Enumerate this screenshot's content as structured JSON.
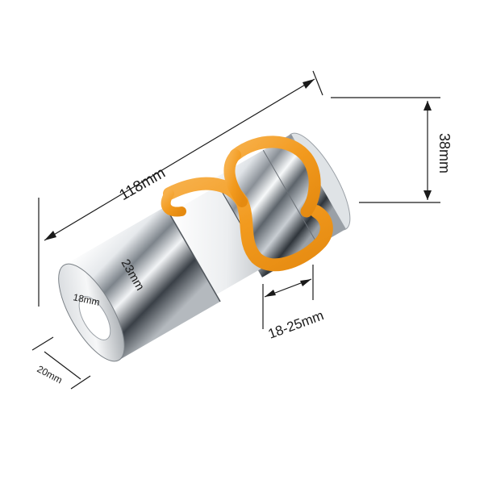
{
  "dimensions": {
    "length": "118mm",
    "height": "38mm",
    "inner_small": "23mm",
    "hole": "18mm",
    "depth": "20mm",
    "range": "18-25mm"
  },
  "colors": {
    "chrome_light": "#f4f6f8",
    "chrome_mid": "#b9bec4",
    "chrome_dark": "#2b3036",
    "orange_ring": "#f5a021",
    "white_insert": "#eef0f2",
    "dimension_line": "#1a1a1a"
  }
}
